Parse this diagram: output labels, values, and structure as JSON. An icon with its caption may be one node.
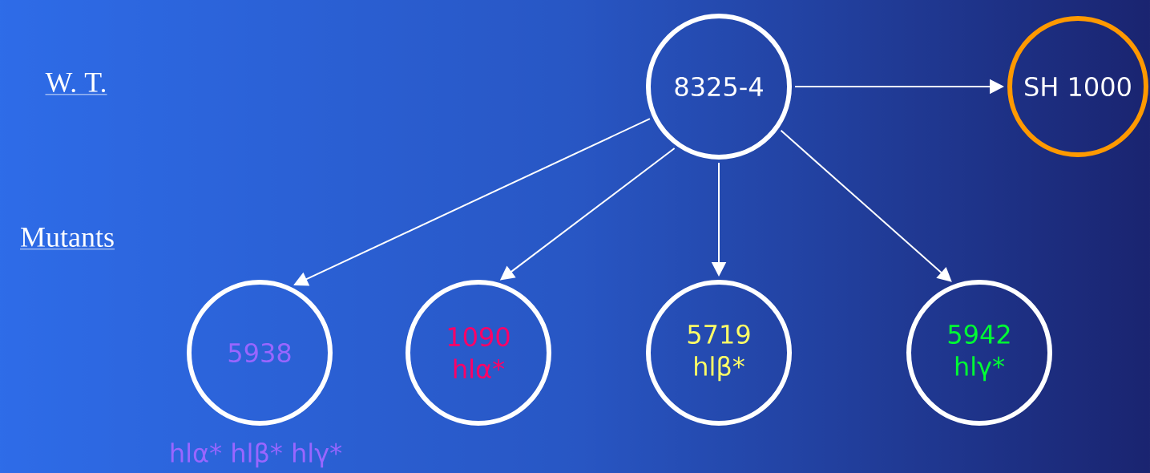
{
  "diagram": {
    "nodes": [
      {
        "text": [
          "8325-4"
        ]
      },
      {
        "text": [
          "SH 1000"
        ]
      },
      {
        "text": [
          "5938"
        ],
        "beside": [
          "hlα* hlβ* hlγ*"
        ]
      },
      {
        "text": [
          "1090",
          "hlα*"
        ]
      },
      {
        "text": [
          "5719",
          "hlβ*"
        ]
      },
      {
        "text": [
          "5942",
          "hlγ*"
        ]
      }
    ],
    "edges": [
      {
        "from": 0,
        "to": 1,
        "arrow": "to"
      },
      {
        "from": 0,
        "to": 2,
        "arrow": "to"
      },
      {
        "from": 0,
        "to": 3,
        "arrow": "to"
      },
      {
        "from": 0,
        "to": 4,
        "arrow": "to"
      },
      {
        "from": 0,
        "to": 5,
        "arrow": "to"
      }
    ],
    "labels": [
      "W. T.",
      "Mutants"
    ]
  }
}
